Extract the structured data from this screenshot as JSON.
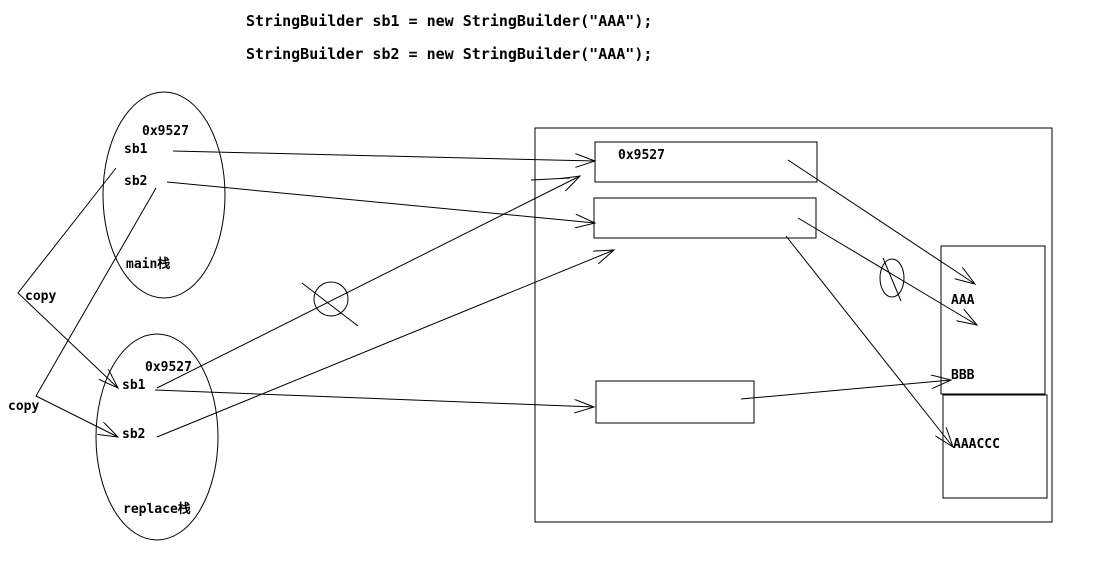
{
  "code": {
    "line1": "StringBuilder sb1 = new StringBuilder(\"AAA\");",
    "line2": "StringBuilder sb2 = new StringBuilder(\"AAA\");"
  },
  "main_stack": {
    "address": "0x9527",
    "var1": "sb1",
    "var2": "sb2",
    "name": "main栈"
  },
  "replace_stack": {
    "address": "0x9527",
    "var1": "sb1",
    "var2": "sb2",
    "name": "replace栈"
  },
  "copy_labels": [
    "copy",
    "copy"
  ],
  "heap": {
    "obj1_address": "0x9527",
    "str_aaa": "AAA",
    "str_bbb": "BBB",
    "str_aaaccc": "AAACCC"
  },
  "colors": {
    "line": "#000000",
    "background": "#ffffff"
  }
}
